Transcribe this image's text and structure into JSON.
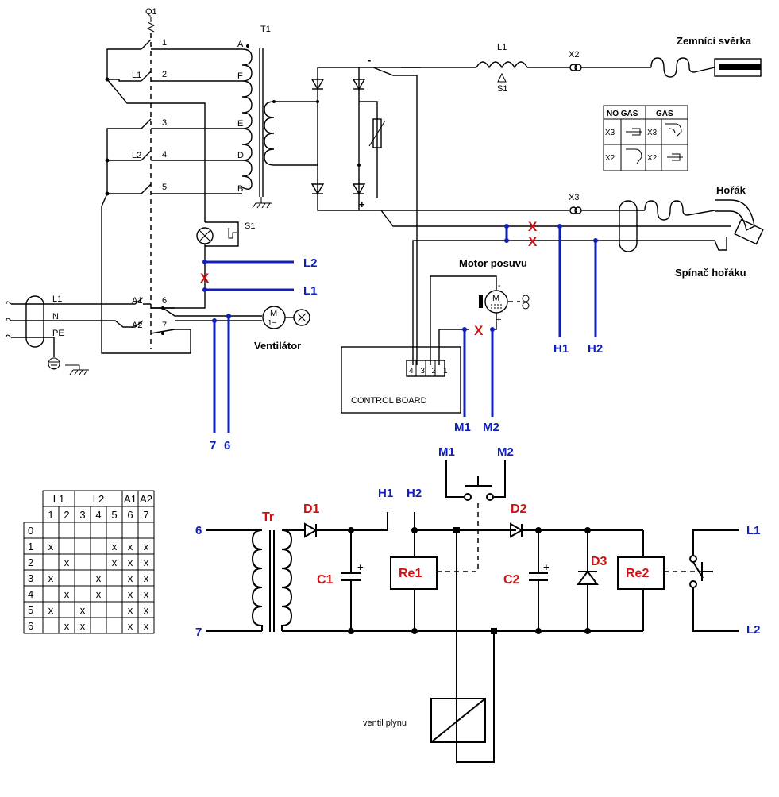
{
  "labels": {
    "q1": "Q1",
    "t1": "T1",
    "terminals_left": [
      "1",
      "2",
      "3",
      "4",
      "5"
    ],
    "terminals_right": [
      "A",
      "F",
      "E",
      "D",
      "B"
    ],
    "phase_l1": "L1",
    "phase_l2": "L2",
    "s1": "S1",
    "mains_l1": "L1",
    "mains_n": "N",
    "mains_pe": "PE",
    "a1": "A1",
    "a2": "A2",
    "t6": "6",
    "t7": "7",
    "fan_m": "M",
    "fan_m_sub": "1~",
    "fan": "Ventilátor",
    "minus": "-",
    "plus": "+",
    "coil_l1": "L1",
    "coil_s1": "S1",
    "x2": "X2",
    "x3": "X3",
    "ground_clamp": "Zemnící svěrka",
    "torch": "Hořák",
    "torch_switch": "Spínač hořáku",
    "motor_title": "Motor posuvu",
    "motor_m": "M",
    "control_board": "CONTROL BOARD",
    "connector_pins": "4 3 2 1",
    "gas_valve": "ventil plynu"
  },
  "gas_legend": {
    "headers": [
      "NO GAS",
      "GAS"
    ],
    "row1": [
      "X3",
      "X3"
    ],
    "row2": [
      "X2",
      "X2"
    ]
  },
  "blue_labels": {
    "l2": "L2",
    "l1": "L1",
    "h1": "H1",
    "h2": "H2",
    "m1": "M1",
    "m2": "M2",
    "seven": "7",
    "six": "6",
    "h1b": "H1",
    "h2b": "H2",
    "m1b": "M1",
    "m2b": "M2",
    "in6": "6",
    "in7": "7",
    "out_l1": "L1",
    "out_l2": "L2"
  },
  "red_labels": {
    "tr": "Tr",
    "d1": "D1",
    "c1": "C1",
    "re1": "Re1",
    "d2": "D2",
    "c2": "C2",
    "d3": "D3",
    "re2": "Re2"
  },
  "cuts": [
    "X",
    "X",
    "X",
    "X"
  ],
  "switch_table": {
    "groups": [
      "L1",
      "L2",
      "A1",
      "A2"
    ],
    "columns": [
      "1",
      "2",
      "3",
      "4",
      "5",
      "6",
      "7"
    ],
    "rows": [
      {
        "pos": "0",
        "cells": [
          "",
          "",
          "",
          "",
          "",
          "",
          ""
        ]
      },
      {
        "pos": "1",
        "cells": [
          "x",
          "",
          "",
          "",
          "x",
          "x",
          "x"
        ]
      },
      {
        "pos": "2",
        "cells": [
          "",
          "x",
          "",
          "",
          "x",
          "x",
          "x"
        ]
      },
      {
        "pos": "3",
        "cells": [
          "x",
          "",
          "",
          "x",
          "",
          "x",
          "x"
        ]
      },
      {
        "pos": "4",
        "cells": [
          "",
          "x",
          "",
          "x",
          "",
          "x",
          "x"
        ]
      },
      {
        "pos": "5",
        "cells": [
          "x",
          "",
          "x",
          "",
          "",
          "x",
          "x"
        ]
      },
      {
        "pos": "6",
        "cells": [
          "",
          "x",
          "x",
          "",
          "",
          "x",
          "x"
        ]
      }
    ]
  }
}
